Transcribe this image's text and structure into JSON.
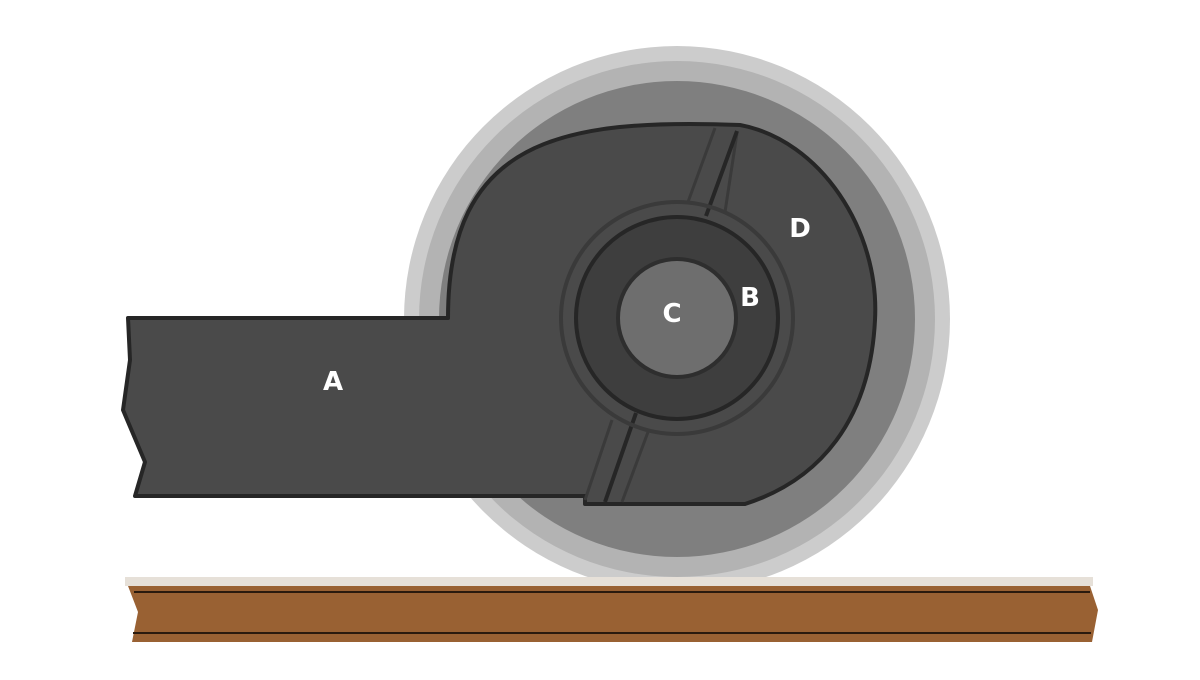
{
  "labels": {
    "a": "A",
    "b": "B",
    "c": "C",
    "d": "D"
  },
  "colors": {
    "background": "#ffffff",
    "wheel_outer_rim": "#cccccc",
    "wheel_mid_rim": "#b3b3b3",
    "wheel_inner_rim": "#7f7f7f",
    "housing": "#4a4a4a",
    "housing_outline": "#262626",
    "bearing_ring": "#3e3e3e",
    "axle": "#6e6e6e",
    "rail": "#996133",
    "rail_top": "#e6e0d8",
    "label_text": "#ffffff"
  }
}
